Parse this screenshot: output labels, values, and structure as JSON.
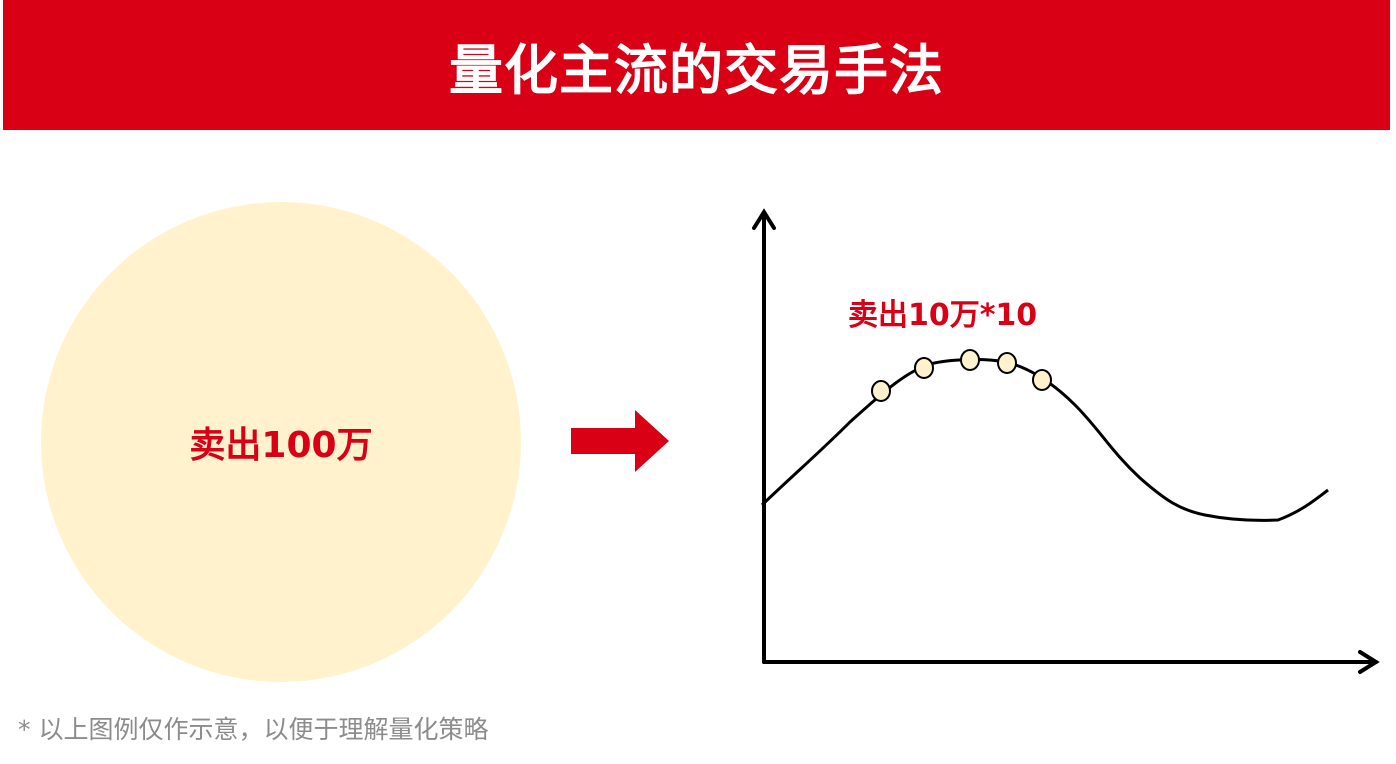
{
  "header": {
    "title": "量化主流的交易手法"
  },
  "left": {
    "label": "卖出100万"
  },
  "chart": {
    "label": "卖出10万*10",
    "dot_count": 5
  },
  "footnote": "* 以上图例仅作示意，以便于理解量化策略",
  "colors": {
    "accent": "#d90016",
    "circle": "#fff2cc",
    "dot": "#fff2cc",
    "note": "#8c8c8c"
  }
}
